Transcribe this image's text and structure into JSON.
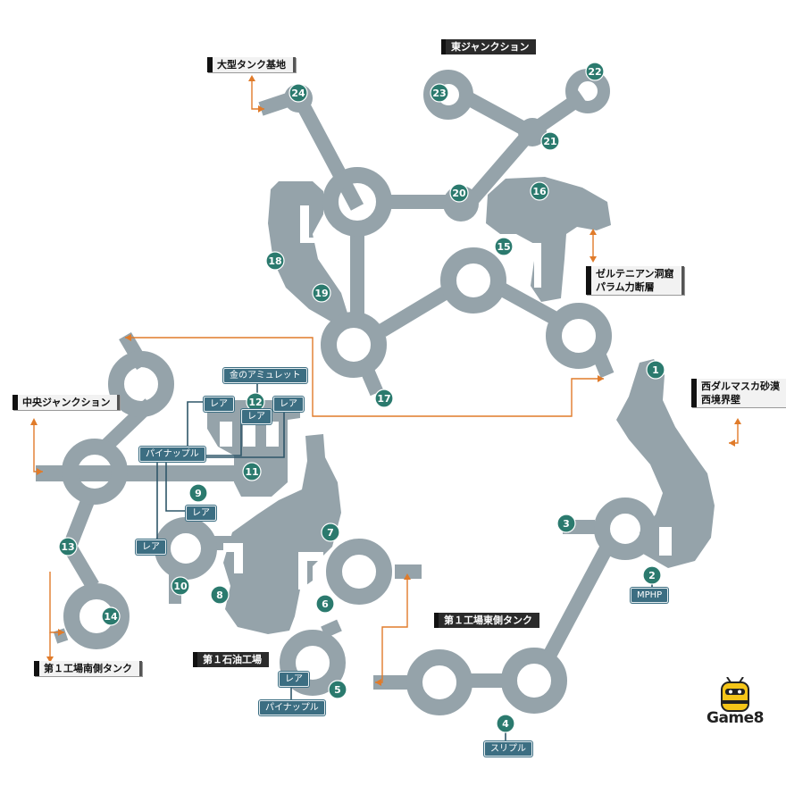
{
  "places": {
    "tank_base": "大型タンク基地",
    "east_junction": "東ジャンクション",
    "zeltenian_cave": "ゼルテニアン洞窟",
    "zeltenian_sub": "パラム力断層",
    "west_desert": "西ダルマスカ砂漠",
    "west_desert_sub": "西境界壁",
    "central_junction": "中央ジャンクション",
    "factory_south_tank": "第１工場南側タンク",
    "refinery": "第１石油工場",
    "factory_east_tank": "第１工場東側タンク"
  },
  "items": {
    "amulet": "金のアミュレット",
    "rare": "レア",
    "pineapple": "パイナップル",
    "mphp": "MPHP",
    "slipple": "スリプル"
  },
  "markers": [
    "1",
    "2",
    "3",
    "4",
    "5",
    "6",
    "7",
    "8",
    "9",
    "10",
    "11",
    "12",
    "13",
    "14",
    "15",
    "16",
    "17",
    "18",
    "19",
    "20",
    "21",
    "22",
    "23",
    "24"
  ],
  "logo": {
    "text": "Game8"
  },
  "colors": {
    "floor": "#95a3aa",
    "marker": "#2b7a6e",
    "connector": "#e07b2a",
    "item_tag": "#3c6e82"
  }
}
